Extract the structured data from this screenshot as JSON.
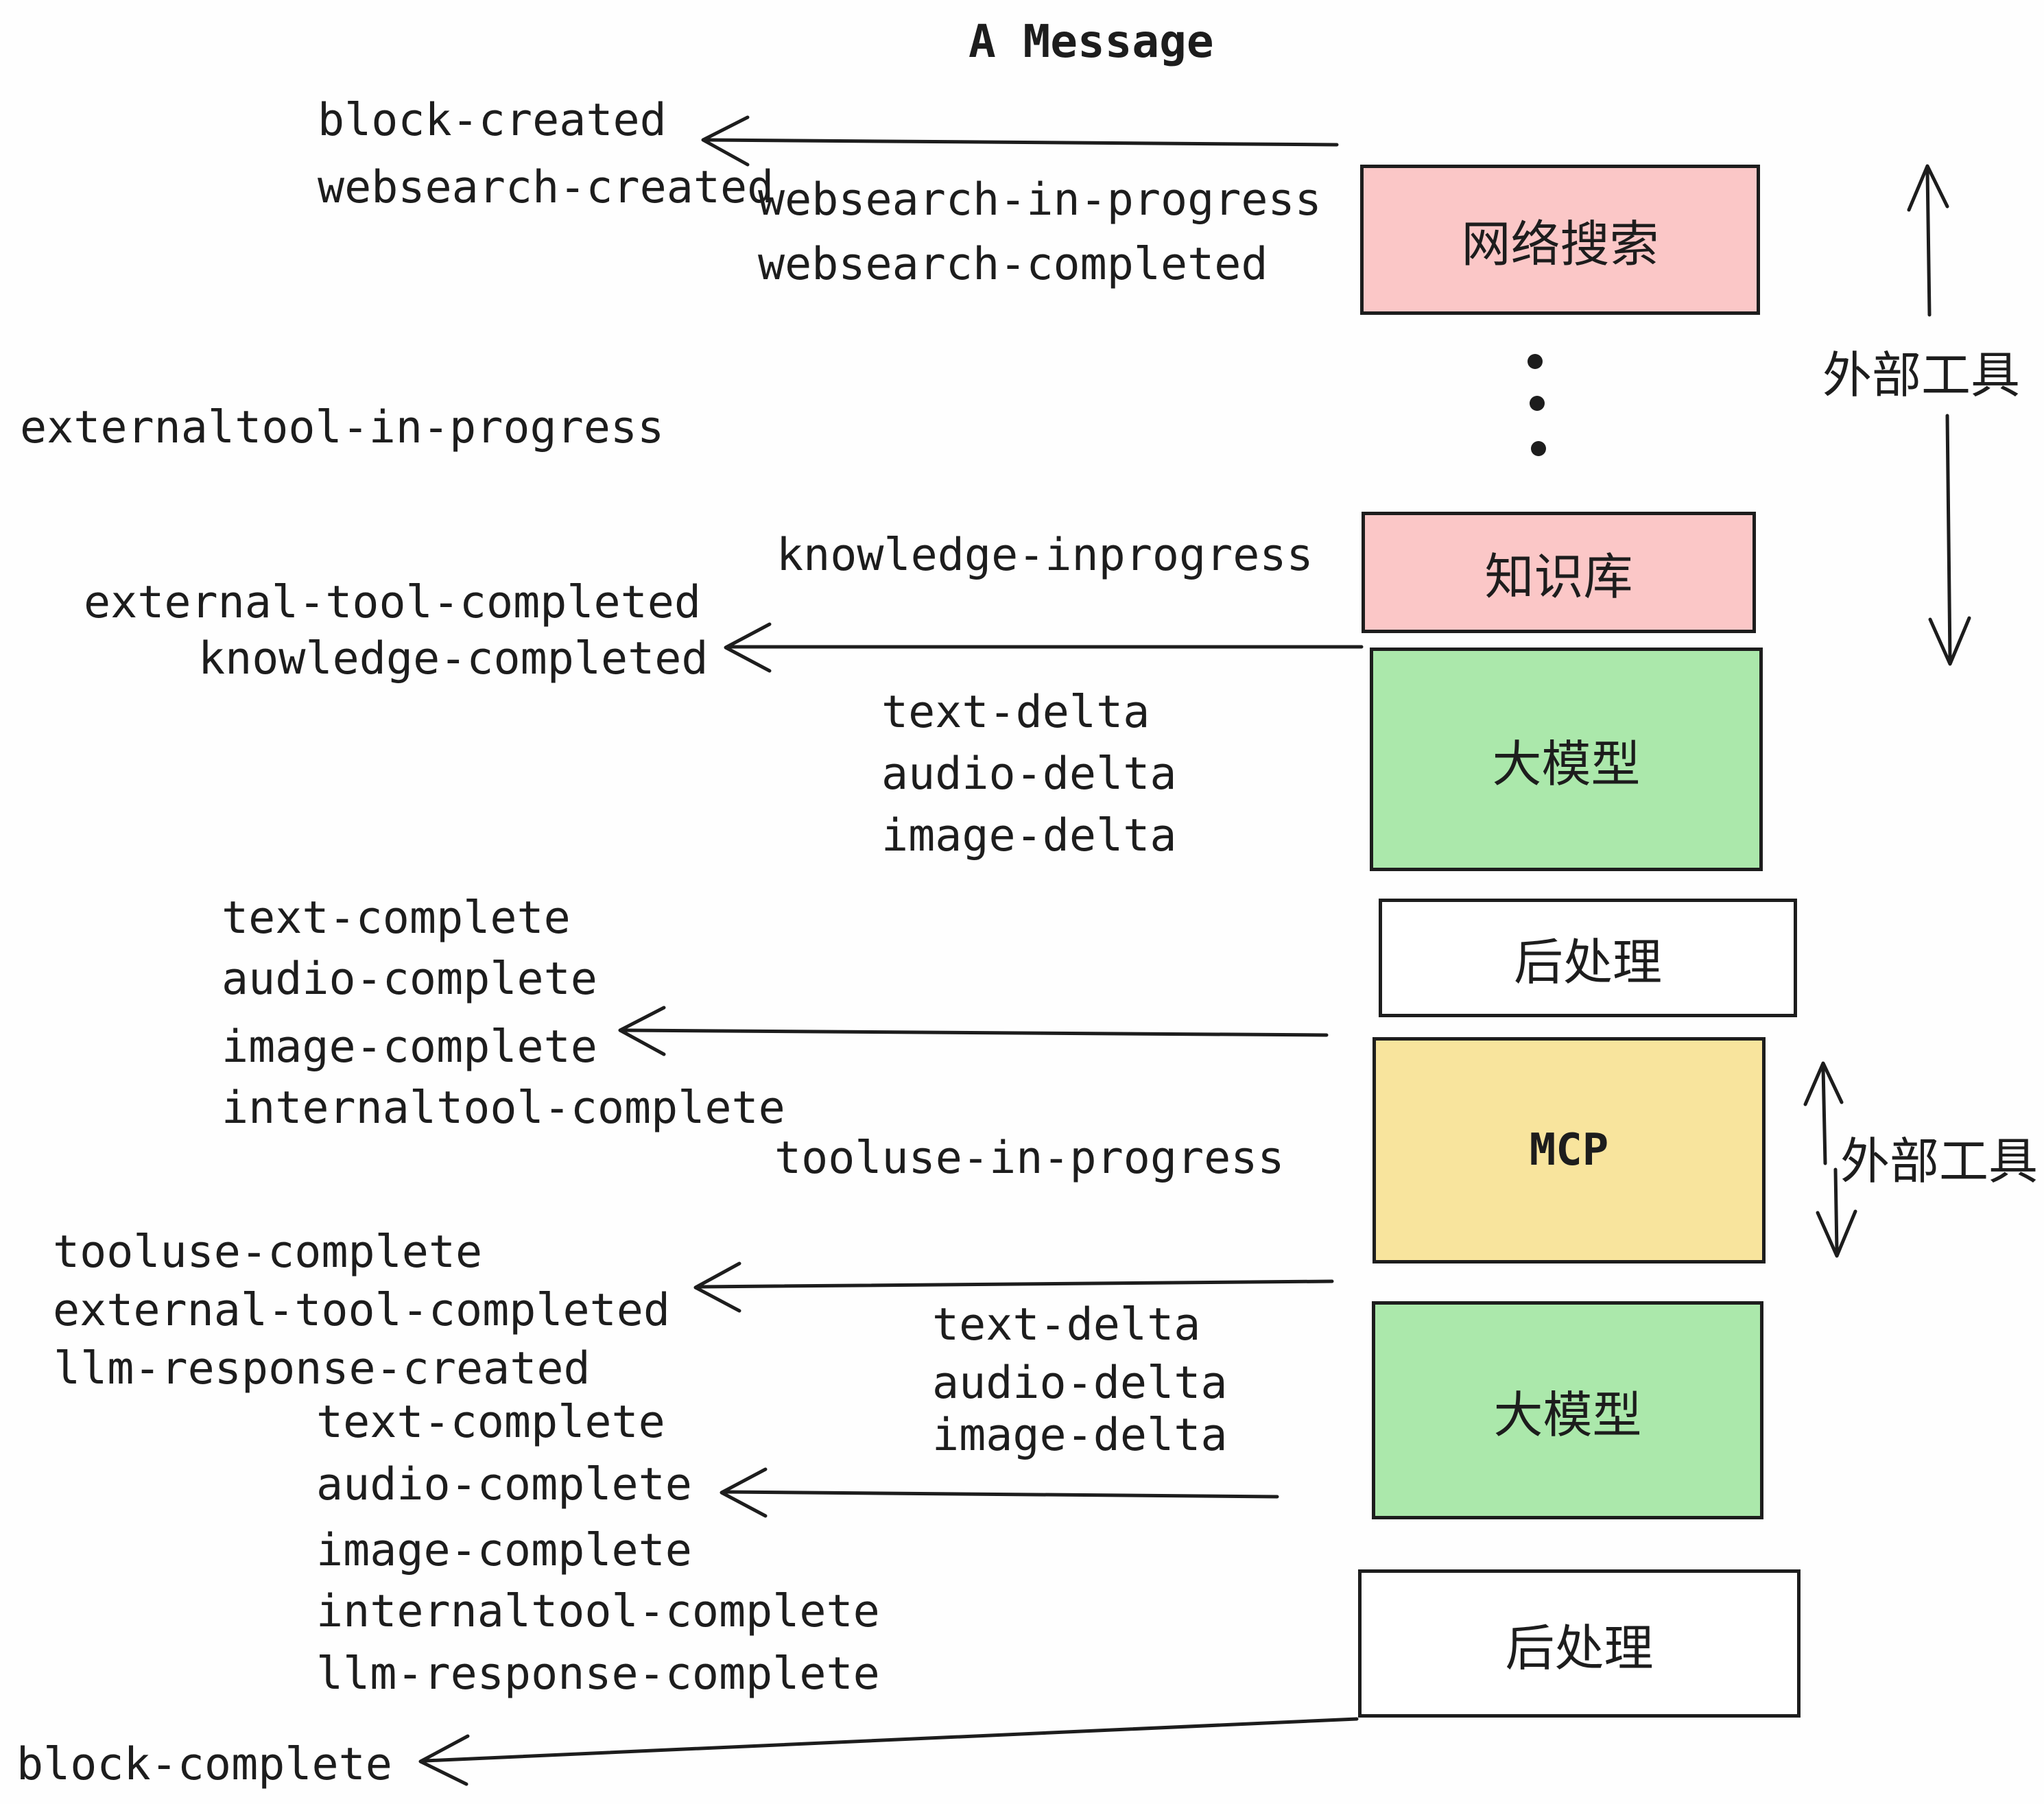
{
  "title": "A Message",
  "colors": {
    "pink": "#fbc7c7",
    "green": "#abe8ab",
    "yellow": "#f8e49d",
    "white": "#ffffff",
    "line": "#1d1d1d"
  },
  "boxes": {
    "websearch": {
      "label": "网络搜索"
    },
    "knowledge": {
      "label": "知识库"
    },
    "llm1": {
      "label": "大模型"
    },
    "post1": {
      "label": "后处理"
    },
    "mcp": {
      "label": "MCP"
    },
    "llm2": {
      "label": "大模型"
    },
    "post2": {
      "label": "后处理"
    }
  },
  "annotations": {
    "external_tools_top": "外部工具",
    "external_tools_mcp": "外部工具"
  },
  "events": {
    "block_created": "block-created",
    "websearch_created": "websearch-created",
    "websearch_in_progress": "websearch-in-progress",
    "websearch_completed": "websearch-completed",
    "externaltool_in_progress": "externaltool-in-progress",
    "knowledge_inprogress": "knowledge-inprogress",
    "external_tool_completed": "external-tool-completed",
    "knowledge_completed": "knowledge-completed",
    "text_delta": "text-delta",
    "audio_delta": "audio-delta",
    "image_delta": "image-delta",
    "text_complete": "text-complete",
    "audio_complete": "audio-complete",
    "image_complete": "image-complete",
    "internaltool_complete": "internaltool-complete",
    "tooluse_in_progress": "tooluse-in-progress",
    "tooluse_complete": "tooluse-complete",
    "llm_response_created": "llm-response-created",
    "llm_response_complete": "llm-response-complete",
    "block_complete": "block-complete"
  }
}
